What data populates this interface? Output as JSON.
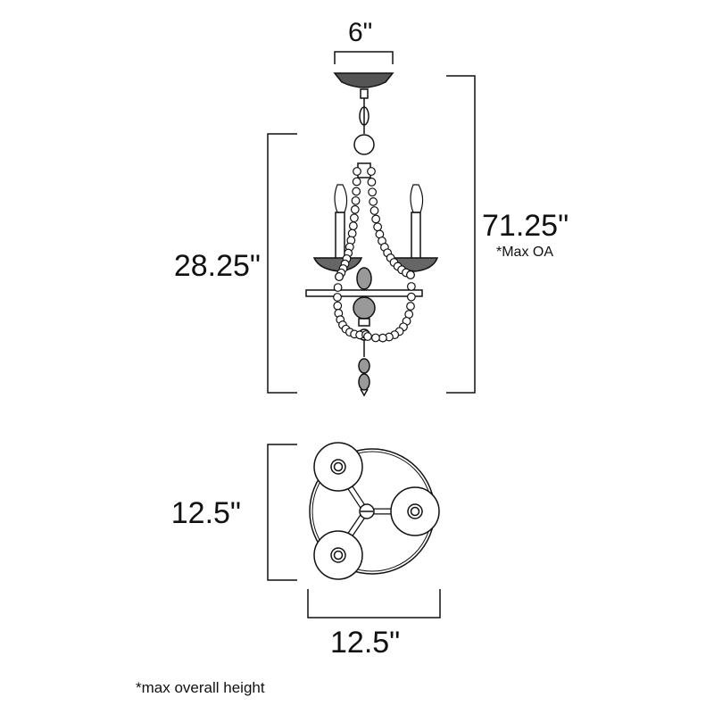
{
  "dimensions": {
    "canopy_width": "6\"",
    "body_height": "28.25\"",
    "overall_height": "71.25\"",
    "overall_height_note": "*Max OA",
    "depth": "12.5\"",
    "width": "12.5\""
  },
  "footnote": "*max overall height",
  "colors": {
    "line": "#111111",
    "background": "#ffffff"
  }
}
